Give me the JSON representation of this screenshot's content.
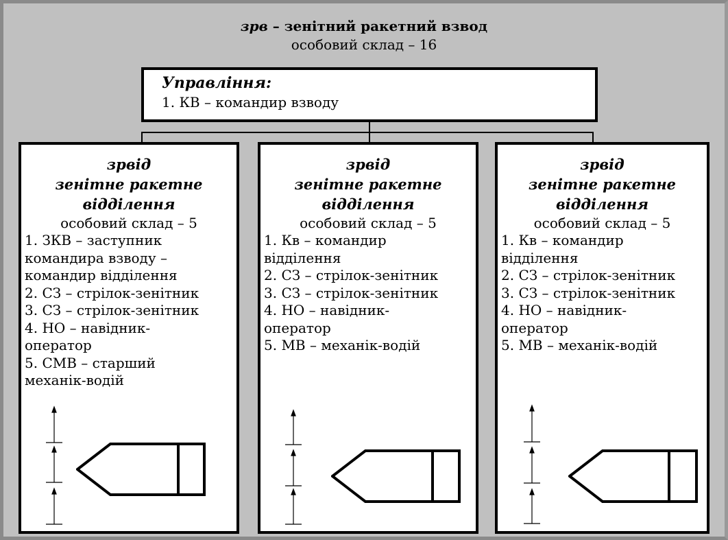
{
  "platoon": {
    "abbr": "зрв",
    "name": "– зенітний ракетний взвод",
    "personnel": "особовий склад – 16"
  },
  "management": {
    "heading": "Управління:",
    "members": [
      "1. КВ – командир взводу"
    ]
  },
  "squads": [
    {
      "abbr": "зрвід",
      "name_line1": "зенітне ракетне",
      "name_line2": "відділення",
      "personnel": "особовий склад – 5",
      "members": [
        "1. ЗКВ – заступник",
        "командира взводу –",
        "командир відділення",
        "2. СЗ – стрілок-зенітник",
        "3. СЗ – стрілок-зенітник",
        "4. НО – навідник-",
        "оператор",
        "5. СМВ – старший",
        "механік-водій"
      ]
    },
    {
      "abbr": "зрвід",
      "name_line1": "зенітне ракетне",
      "name_line2": "відділення",
      "personnel": "особовий склад – 5",
      "members": [
        "1. Кв – командир",
        "відділення",
        "2. СЗ – стрілок-зенітник",
        "3. СЗ – стрілок-зенітник",
        "4. НО – навідник-",
        "оператор",
        "5. МВ – механік-водій"
      ]
    },
    {
      "abbr": "зрвід",
      "name_line1": "зенітне ракетне",
      "name_line2": "відділення",
      "personnel": "особовий склад – 5",
      "members": [
        "1. Кв – командир",
        "відділення",
        "2. СЗ – стрілок-зенітник",
        "3. СЗ – стрілок-зенітник",
        "4. НО – навідник-",
        "оператор",
        "5. МВ – механік-водій"
      ]
    }
  ]
}
